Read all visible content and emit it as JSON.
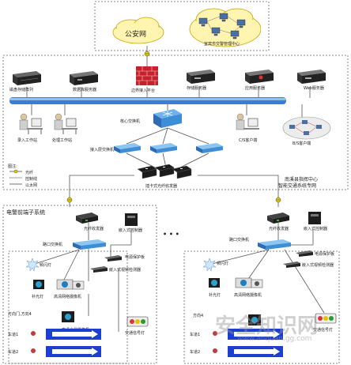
{
  "cloud_section": {
    "internet_label": "公安网",
    "traffic_center_label": "宜宾市交警管理中心"
  },
  "center_servers": [
    {
      "name": "disk-array",
      "label": "磁盘存储阵列"
    },
    {
      "name": "db-server",
      "label": "数据库服务器"
    },
    {
      "name": "border-platform",
      "label": "边界接入平台"
    },
    {
      "name": "storage-server",
      "label": "存储服务器"
    },
    {
      "name": "app-server",
      "label": "应用服务器"
    },
    {
      "name": "web-server",
      "label": "Web服务器"
    }
  ],
  "center_clients": {
    "entry_station": "录入工作站",
    "process_station": "处理工作站",
    "core_switch": "核心交换机",
    "access_switch": "接入层交换机",
    "cs_client": "C/S客户端",
    "bs_client": "B/S客户端",
    "plug_transceiver": "插卡式光纤收发器"
  },
  "legend": {
    "title": "图注:",
    "fiber": "光纤",
    "control": "控制线",
    "ethernet": "以太网"
  },
  "center_title": {
    "line1": "南溪县指挥中心",
    "line2": "智能交通系统专网"
  },
  "field_section": {
    "title": "电警前端子系统",
    "ellipsis": "• • •",
    "transceiver": "光纤收发器",
    "embedded_controller": "嵌入式控制器",
    "switch": "路口交换机",
    "power_board": "电源保护板",
    "vehicle_detector": "嵌入式视频检测器",
    "strobe": "频闪灯",
    "fill_light": "补光灯",
    "hd_camera": "高清网络摄像机",
    "pole": "方向门,方向4",
    "pole_right": "方向4",
    "overview_camera": "高清全景摄像机",
    "signal_light": "交通信号灯",
    "lane1": "车道1",
    "lane2": "车道2"
  },
  "watermark": {
    "main": "安全知识网",
    "url": "www.anquan.gg.com"
  },
  "colors": {
    "bus": "#3a7dd8",
    "switch": "#3e8ed6",
    "core": "#2d6bb5",
    "line": "#555555",
    "cloud": "#fff4b0",
    "firewall": "#c7212b",
    "legend_yellow": "#e8d000"
  }
}
